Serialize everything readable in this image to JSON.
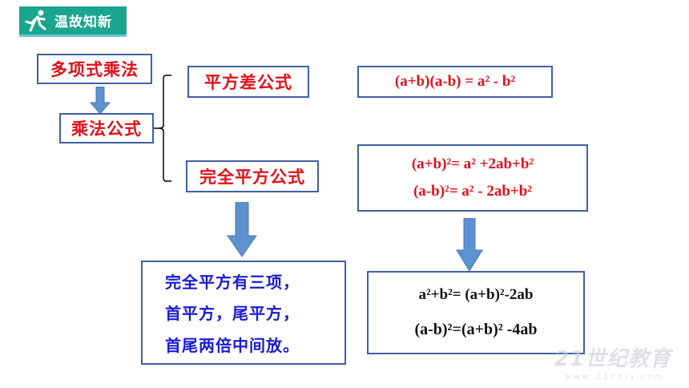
{
  "header": {
    "title": "温故知新",
    "icon": "runner-icon",
    "color": "#1aa58f"
  },
  "nodes": {
    "poly_multiplication": "多项式乘法",
    "multiplication_formula": "乘法公式",
    "difference_of_squares": "平方差公式",
    "perfect_square": "完全平方公式"
  },
  "formulas": {
    "difference_of_squares": "(a+b)(a-b) = a² - b²",
    "perfect_square_plus": "(a+b)²= a² +2ab+b²",
    "perfect_square_minus": "(a-b)²= a² - 2ab+b²",
    "sum_of_squares": "a²+b²= (a+b)²-2ab",
    "minus_square_relation": "(a-b)²=(a+b)² -4ab"
  },
  "mnemonic": {
    "line1": "完全平方有三项，",
    "line2": "首平方，尾平方，",
    "line3": "首尾两倍中间放。"
  },
  "watermark": {
    "brand": "21世纪教育",
    "url": "www.21cnjy.com"
  },
  "colors": {
    "red": "#e0101a",
    "blue": "#1a1ad2",
    "border": "#3f5fa8",
    "arrow": "#5e91cf"
  }
}
